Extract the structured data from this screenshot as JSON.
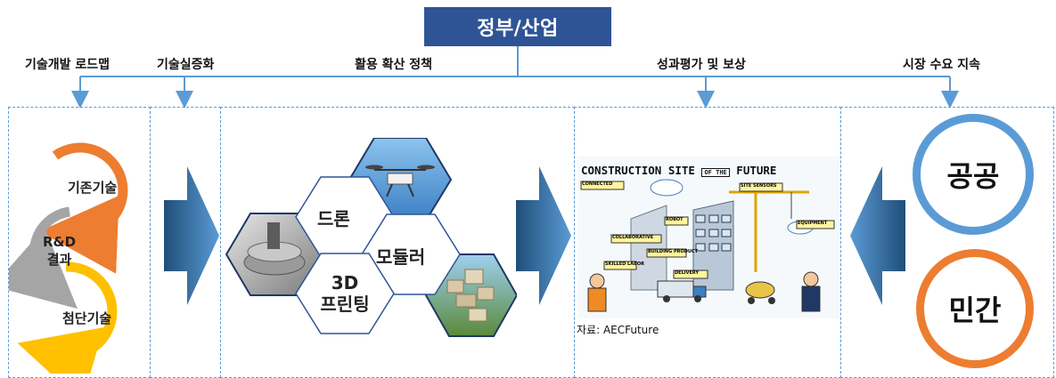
{
  "header": {
    "title": "정부/산업"
  },
  "categories": [
    "기술개발 로드맵",
    "기술실증화",
    "활용 확산 정책",
    "성과평가 및 보상",
    "시장 수요 지속"
  ],
  "cycle": {
    "items": [
      "기존기술",
      "R&D\n결과",
      "첨단기술"
    ]
  },
  "hexagons": {
    "drone": "드론",
    "modular": "모듈러",
    "printing": "3D\n프린팅"
  },
  "image": {
    "title_part1": "CONSTRUCTION SITE",
    "title_part2": "OF THE",
    "title_part3": "FUTURE",
    "tags": [
      "CONNECTED",
      "COLLABORATIVE",
      "SKILLED LABOR",
      "BUILDING PRODUCT",
      "DELIVERY",
      "SITE SENSORS",
      "EQUIPMENT",
      "ROBOT"
    ],
    "source": "자료: AECFuture"
  },
  "market": {
    "public": "공공",
    "private": "민간"
  },
  "colors": {
    "header_blue": "#2f5496",
    "arrow_blue": "#2e75b6",
    "connector": "#5b9bd5",
    "orange": "#ed7d31",
    "gray": "#a5a5a5",
    "yellow": "#ffc000",
    "hex_edge": "#2f5496",
    "circle_public": "#5b9bd5",
    "circle_private": "#ed7d31"
  }
}
